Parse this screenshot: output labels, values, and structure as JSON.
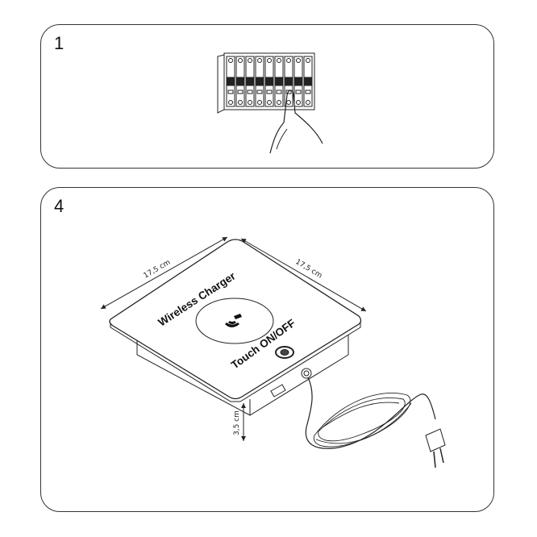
{
  "steps": [
    {
      "number": "1"
    },
    {
      "number": "4"
    }
  ],
  "device": {
    "brand_text": "Wireless Charger",
    "button_text": "Touch ON/OFF",
    "width_label": "17,5 cm",
    "depth_label": "17,5 cm",
    "height_label": "3,5 cm"
  }
}
